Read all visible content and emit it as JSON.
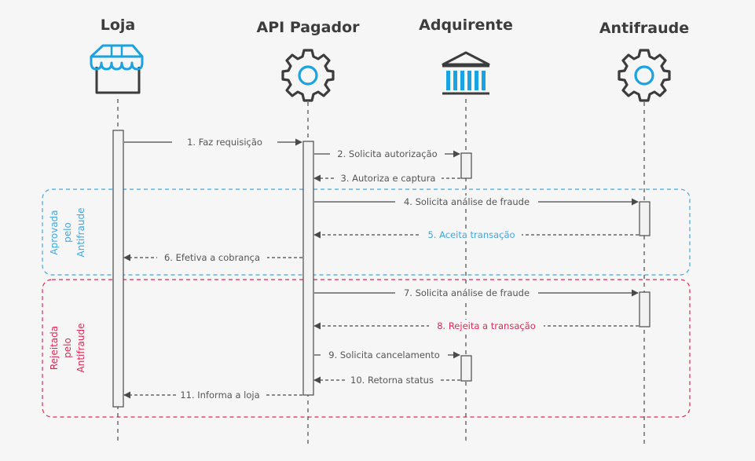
{
  "actors": [
    {
      "name": "Loja",
      "icon": "store-icon"
    },
    {
      "name": "API Pagador",
      "icon": "gear-icon"
    },
    {
      "name": "Adquirente",
      "icon": "bank-icon"
    },
    {
      "name": "Antifraude",
      "icon": "gear-icon"
    }
  ],
  "groups": [
    {
      "label_lines": [
        "Aprovada",
        "pelo",
        "Antifraude"
      ],
      "color": "#41a6df"
    },
    {
      "label_lines": [
        "Rejeitada",
        "pelo",
        "Antifraude"
      ],
      "color": "#de2a55"
    }
  ],
  "messages": [
    {
      "text": "1. Faz requisição"
    },
    {
      "text": "2. Solicita autorização"
    },
    {
      "text": "3. Autoriza e captura"
    },
    {
      "text": "4. Solicita análise de fraude"
    },
    {
      "text": "5. Aceita transação"
    },
    {
      "text": "6. Efetiva a cobrança"
    },
    {
      "text": "7. Solicita análise de fraude"
    },
    {
      "text": "8. Rejeita a transação"
    },
    {
      "text": "9. Solicita cancelamento"
    },
    {
      "text": "10. Retorna status"
    },
    {
      "text": "11. Informa a loja"
    }
  ],
  "colors": {
    "icon_blue": "#1ba2e0",
    "icon_dark": "#3c3c3c",
    "line": "#555555",
    "approved": "#41a6df",
    "rejected": "#de2a55"
  }
}
